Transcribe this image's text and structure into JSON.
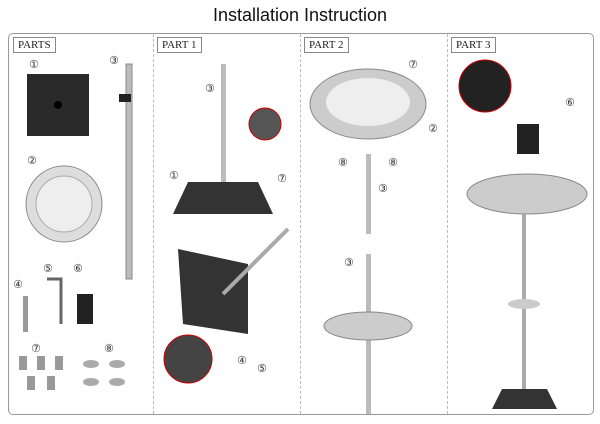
{
  "title": "Installation Instruction",
  "panels": [
    {
      "label": "PARTS"
    },
    {
      "label": "PART 1"
    },
    {
      "label": "PART 2"
    },
    {
      "label": "PART 3"
    }
  ],
  "marks": {
    "m1": "①",
    "m2": "②",
    "m3": "③",
    "m4": "④",
    "m5": "⑤",
    "m6": "⑥",
    "m7": "⑦",
    "m8": "⑧"
  }
}
